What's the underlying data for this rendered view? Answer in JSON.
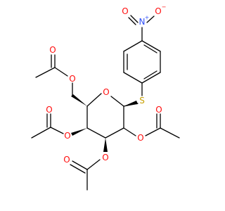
{
  "molecule": {
    "atoms": {
      "nitro_N": "N",
      "nitro_N_charge": "+",
      "nitro_O_left": "O",
      "nitro_O_right": "O",
      "nitro_O_right_charge": "−",
      "sulfur": "S",
      "ring_O": "O",
      "ester_O_c6": "O",
      "carbonyl_O_c6": "O",
      "ester_O_c4": "O",
      "carbonyl_O_c4": "O",
      "ester_O_c3": "O",
      "carbonyl_O_c3": "O",
      "ester_O_c2": "O",
      "carbonyl_O_c2": "O"
    },
    "colors": {
      "bond": "#000000",
      "oxygen": "#ff0d0d",
      "nitrogen": "#3050f8",
      "sulfur": "#c8a000"
    }
  }
}
